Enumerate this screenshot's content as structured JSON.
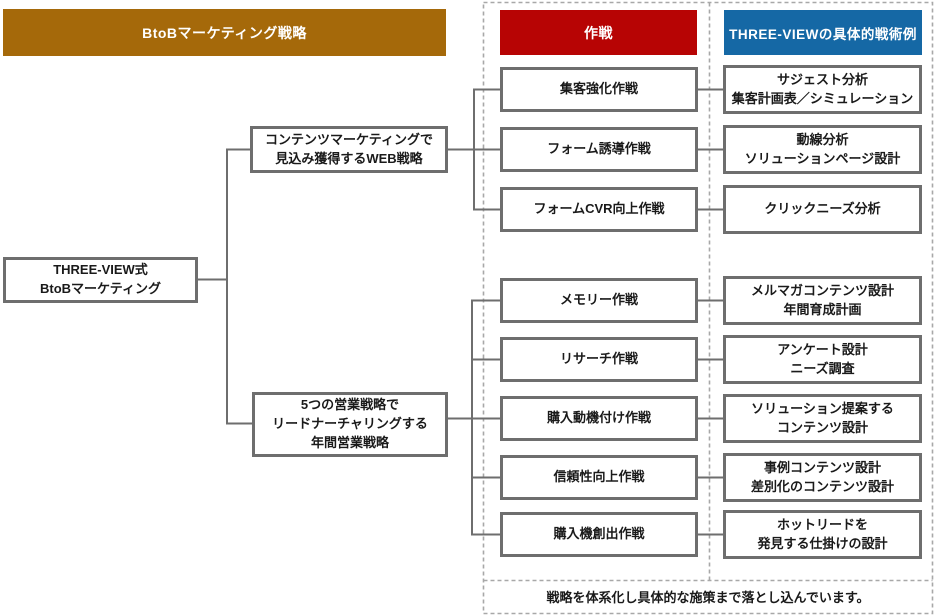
{
  "diagram": {
    "headers": {
      "strategy": {
        "label": "BtoBマーケティング戦略",
        "bg": "#a5690a"
      },
      "operations": {
        "label": "作戦",
        "bg": "#b70404"
      },
      "tactics": {
        "label": "THREE-VIEWの具体的戦術例",
        "bg": "#1568a5"
      }
    },
    "root": {
      "line1": "THREE-VIEW式",
      "line2": "BtoBマーケティング"
    },
    "strategies": [
      {
        "line1": "コンテンツマーケティングで",
        "line2": "見込み獲得するWEB戦略"
      },
      {
        "line1": "5つの営業戦略で",
        "line2": "リードナーチャリングする",
        "line3": "年間営業戦略"
      }
    ],
    "rows": [
      {
        "operation": "集客強化作戦",
        "tactic1": "サジェスト分析",
        "tactic2": "集客計画表／シミュレーション"
      },
      {
        "operation": "フォーム誘導作戦",
        "tactic1": "動線分析",
        "tactic2": "ソリューションページ設計"
      },
      {
        "operation": "フォームCVR向上作戦",
        "tactic1": "クリックニーズ分析",
        "tactic2": ""
      },
      {
        "operation": "メモリー作戦",
        "tactic1": "メルマガコンテンツ設計",
        "tactic2": "年間育成計画"
      },
      {
        "operation": "リサーチ作戦",
        "tactic1": "アンケート設計",
        "tactic2": "ニーズ調査"
      },
      {
        "operation": "購入動機付け作戦",
        "tactic1": "ソリューション提案する",
        "tactic2": "コンテンツ設計"
      },
      {
        "operation": "信頼性向上作戦",
        "tactic1": "事例コンテンツ設計",
        "tactic2": "差別化のコンテンツ設計"
      },
      {
        "operation": "購入機創出作戦",
        "tactic1": "ホットリードを",
        "tactic2": "発見する仕掛けの設計"
      }
    ],
    "footer": "戦略を体系化し具体的な施策まで落とし込んでいます。",
    "colors": {
      "connector_line": "#6e6e6e",
      "box_border": "#6e6e6e",
      "dashed_border": "#a8a8a8",
      "text": "#1a1a1a"
    }
  }
}
